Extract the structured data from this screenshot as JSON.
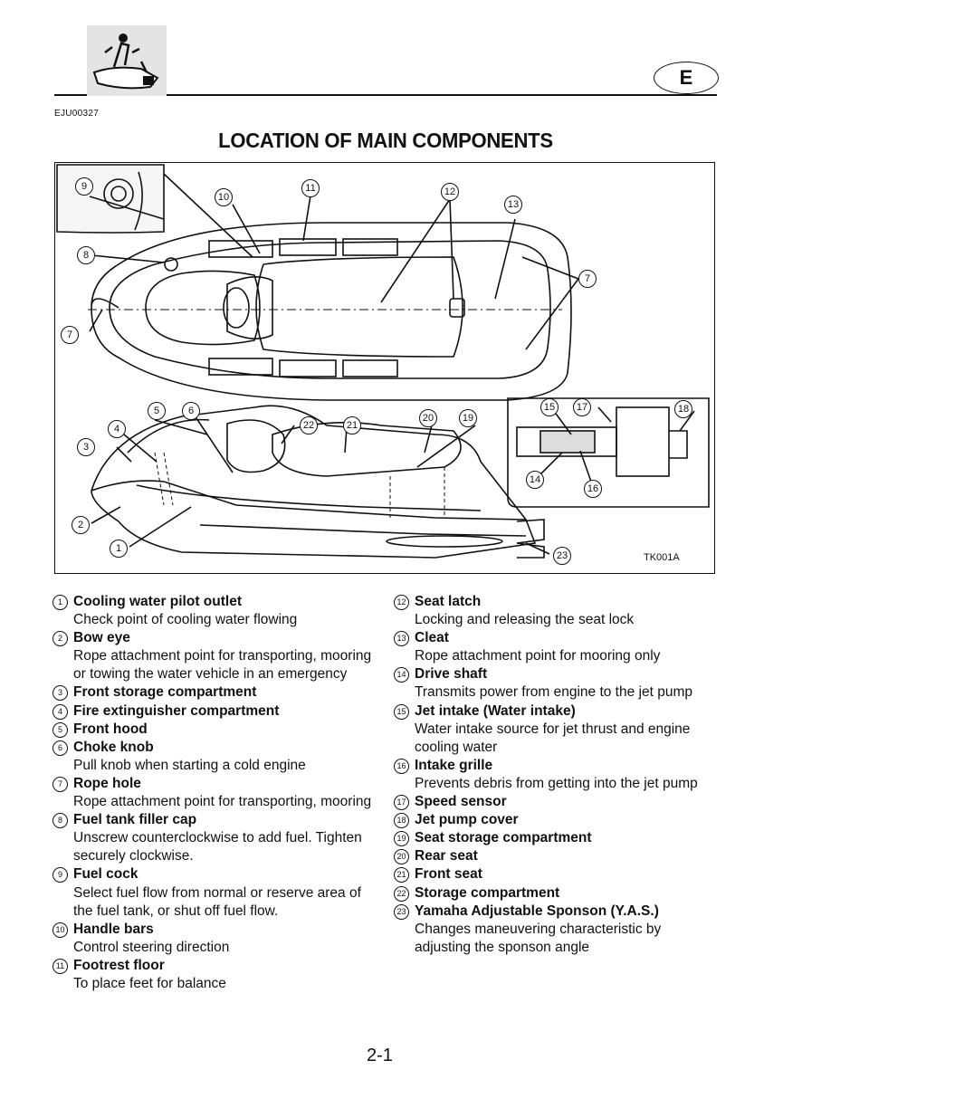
{
  "header": {
    "lang_badge": "E",
    "doc_code": "EJU00327"
  },
  "title": "LOCATION OF MAIN COMPONENTS",
  "figure": {
    "code": "TK001A",
    "callouts": [
      "9",
      "10",
      "11",
      "12",
      "13",
      "8",
      "7",
      "7",
      "5",
      "6",
      "4",
      "3",
      "22",
      "21",
      "20",
      "19",
      "2",
      "1",
      "23",
      "15",
      "17",
      "18",
      "14",
      "16"
    ]
  },
  "components_left": [
    {
      "num": "1",
      "name": "Cooling water pilot outlet",
      "desc": "Check point of cooling water flowing"
    },
    {
      "num": "2",
      "name": "Bow eye",
      "desc": "Rope attachment point for transporting, mooring or towing the water vehicle in an emergency"
    },
    {
      "num": "3",
      "name": "Front storage compartment",
      "desc": ""
    },
    {
      "num": "4",
      "name": "Fire extinguisher compartment",
      "desc": ""
    },
    {
      "num": "5",
      "name": "Front hood",
      "desc": ""
    },
    {
      "num": "6",
      "name": "Choke knob",
      "desc": "Pull knob when starting a cold engine"
    },
    {
      "num": "7",
      "name": "Rope hole",
      "desc": "Rope attachment point for transporting, mooring"
    },
    {
      "num": "8",
      "name": "Fuel tank filler cap",
      "desc": "Unscrew counterclockwise to add fuel. Tighten securely clockwise."
    },
    {
      "num": "9",
      "name": "Fuel cock",
      "desc": "Select fuel flow from normal or reserve area of the fuel tank, or shut off fuel flow."
    },
    {
      "num": "10",
      "name": "Handle bars",
      "desc": "Control steering direction"
    },
    {
      "num": "11",
      "name": "Footrest floor",
      "desc": "To place feet for balance"
    }
  ],
  "components_right": [
    {
      "num": "12",
      "name": "Seat latch",
      "desc": "Locking and releasing the seat lock"
    },
    {
      "num": "13",
      "name": "Cleat",
      "desc": "Rope attachment point for mooring only"
    },
    {
      "num": "14",
      "name": "Drive shaft",
      "desc": "Transmits  power from engine to the jet pump"
    },
    {
      "num": "15",
      "name": "Jet intake (Water intake)",
      "desc": "Water intake source for jet thrust and engine cooling water"
    },
    {
      "num": "16",
      "name": "Intake grille",
      "desc": "Prevents debris from getting into the jet pump"
    },
    {
      "num": "17",
      "name": "Speed sensor",
      "desc": ""
    },
    {
      "num": "18",
      "name": "Jet pump cover",
      "desc": ""
    },
    {
      "num": "19",
      "name": "Seat storage compartment",
      "desc": ""
    },
    {
      "num": "20",
      "name": "Rear seat",
      "desc": ""
    },
    {
      "num": "21",
      "name": "Front seat",
      "desc": ""
    },
    {
      "num": "22",
      "name": "Storage compartment",
      "desc": ""
    },
    {
      "num": "23",
      "name": "Yamaha Adjustable Sponson (Y.A.S.)",
      "desc": "Changes maneuvering characteristic by adjusting the sponson angle"
    }
  ],
  "page_number": "2-1"
}
